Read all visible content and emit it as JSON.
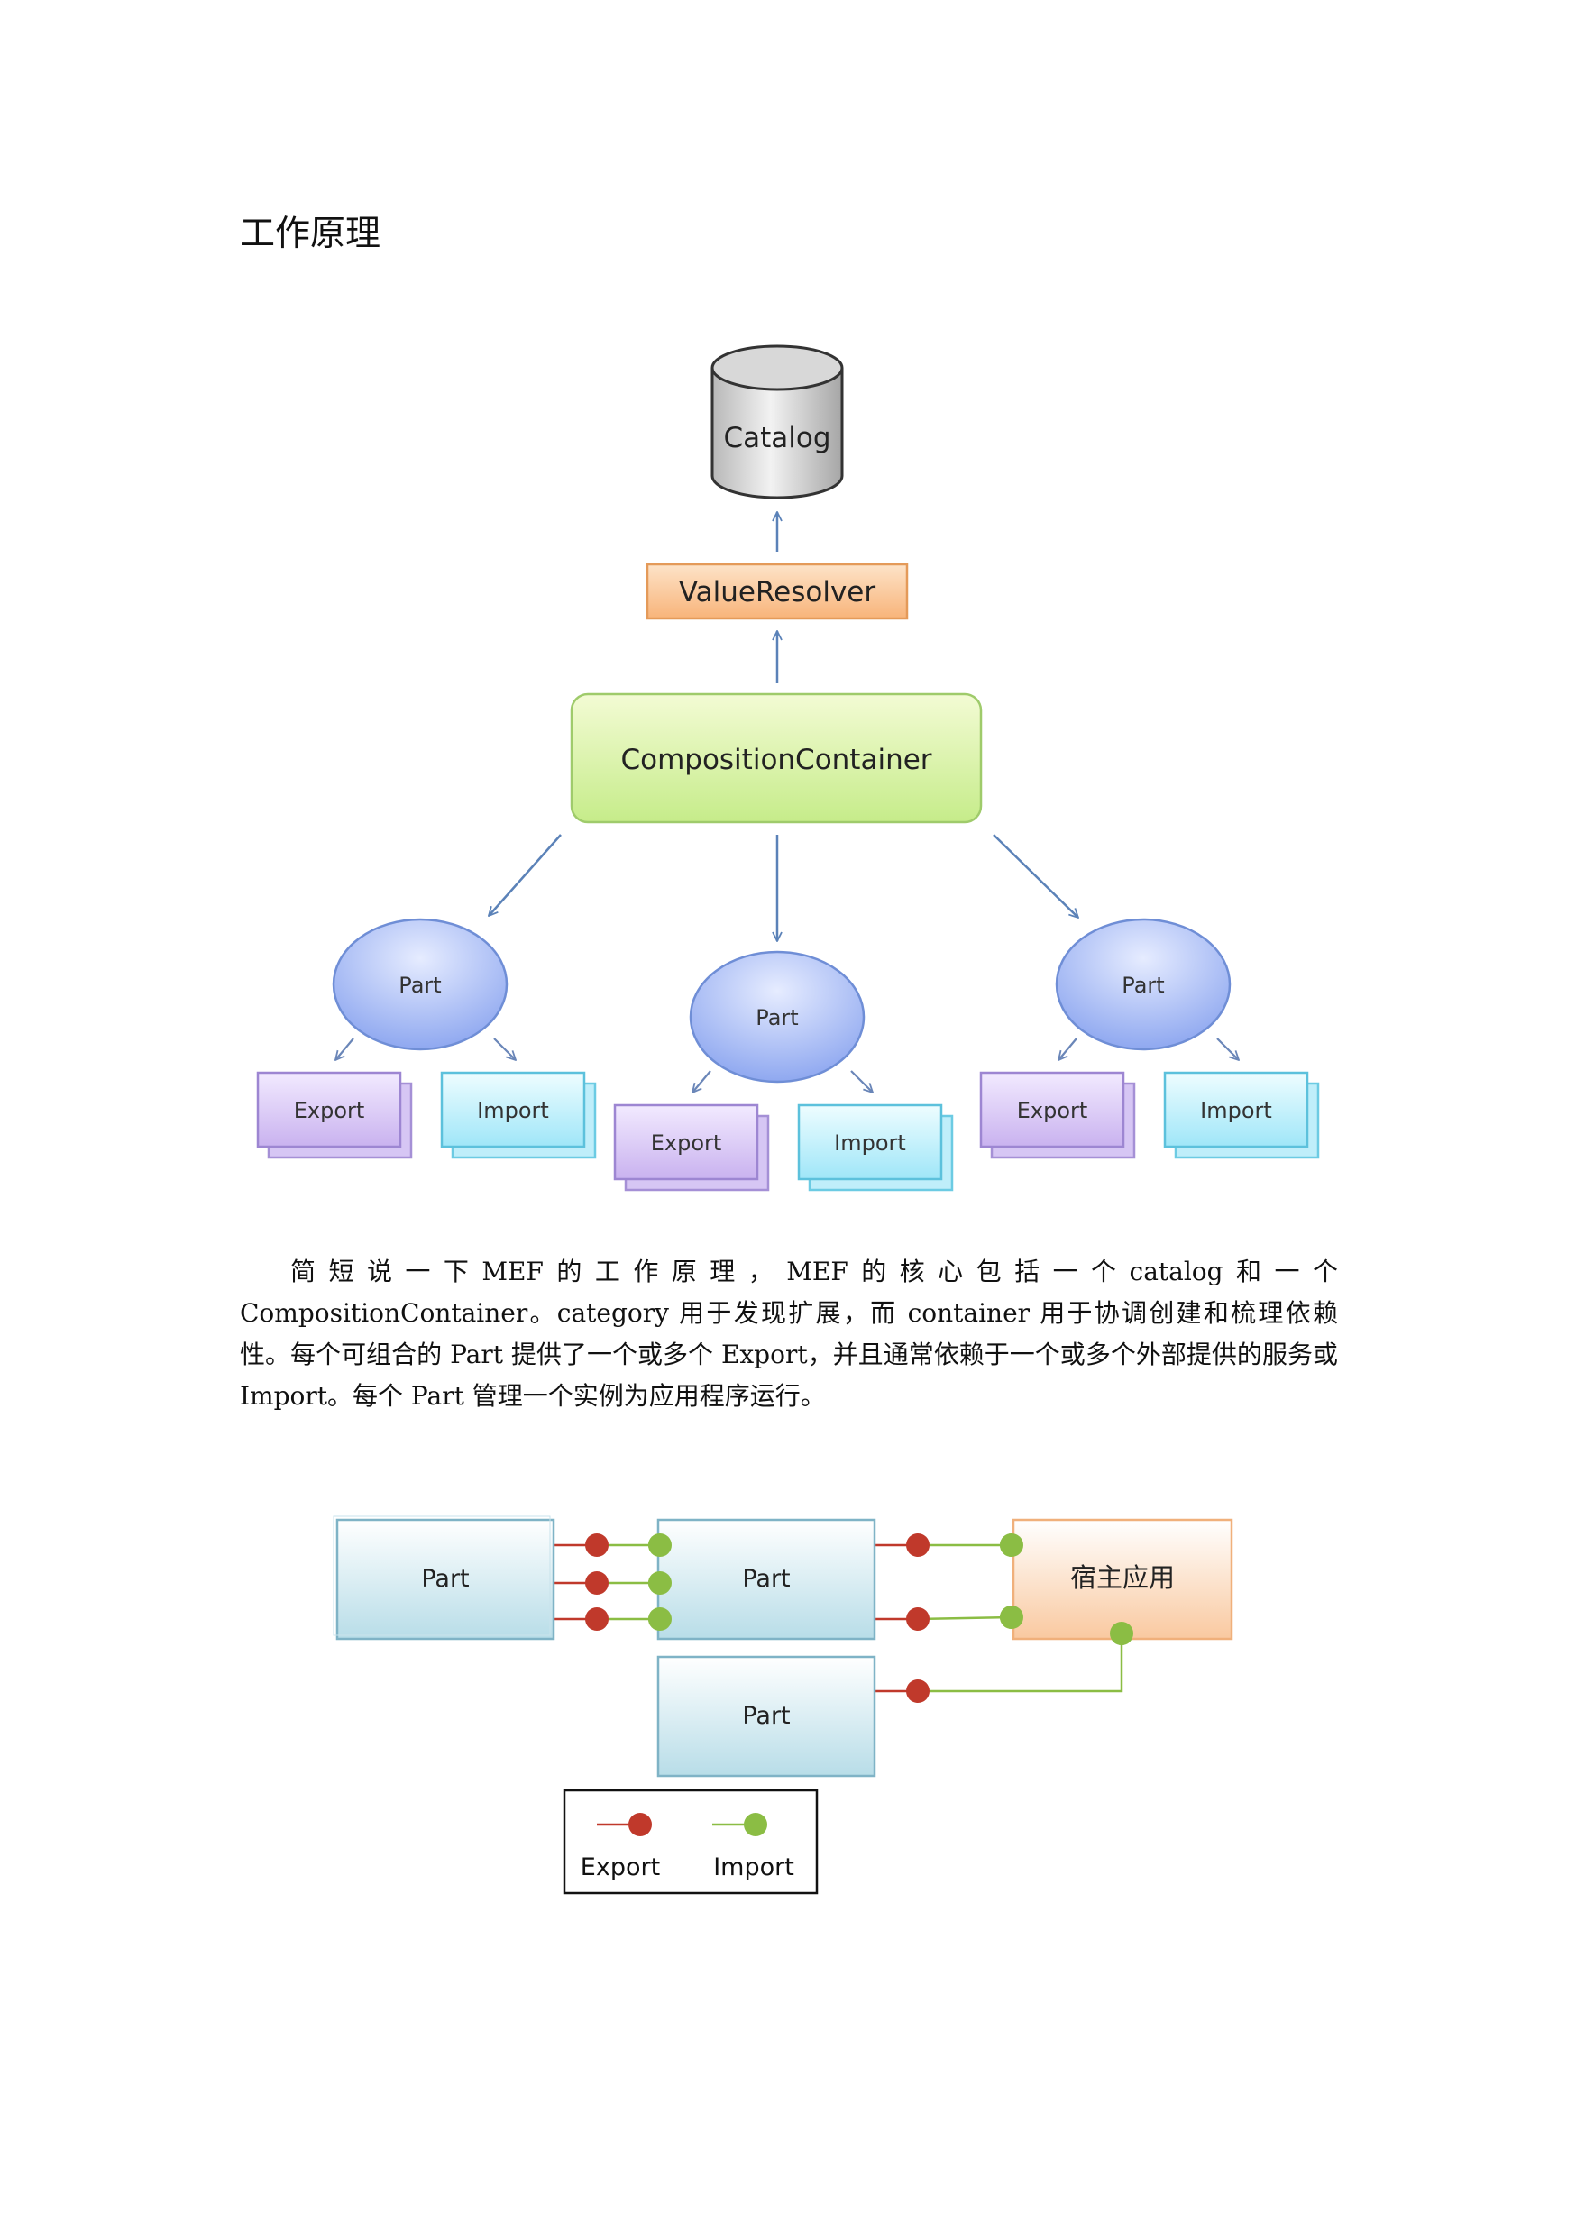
{
  "heading": "工作原理",
  "diagram1": {
    "catalog": "Catalog",
    "value_resolver": "ValueResolver",
    "container": "CompositionContainer",
    "parts": [
      {
        "label": "Part",
        "export": "Export",
        "import": "Import"
      },
      {
        "label": "Part",
        "export": "Export",
        "import": "Import"
      },
      {
        "label": "Part",
        "export": "Export",
        "import": "Import"
      }
    ]
  },
  "paragraph": "简短说一下MEF的工作原理，MEF的核心包括一个catalog和一个CompositionContainer。category 用于发现扩展，而 container 用于协调创建和梳理依赖性。每个可组合的 Part 提供了一个或多个 Export，并且通常依赖于一个或多个外部提供的服务或 Import。每个 Part 管理一个实例为应用程序运行。",
  "diagram2": {
    "part_a": "Part",
    "part_b": "Part",
    "part_c": "Part",
    "host": "宿主应用",
    "legend": {
      "export": "Export",
      "import": "Import"
    },
    "colors": {
      "export": "#c0392b",
      "import": "#8bbd44"
    }
  }
}
